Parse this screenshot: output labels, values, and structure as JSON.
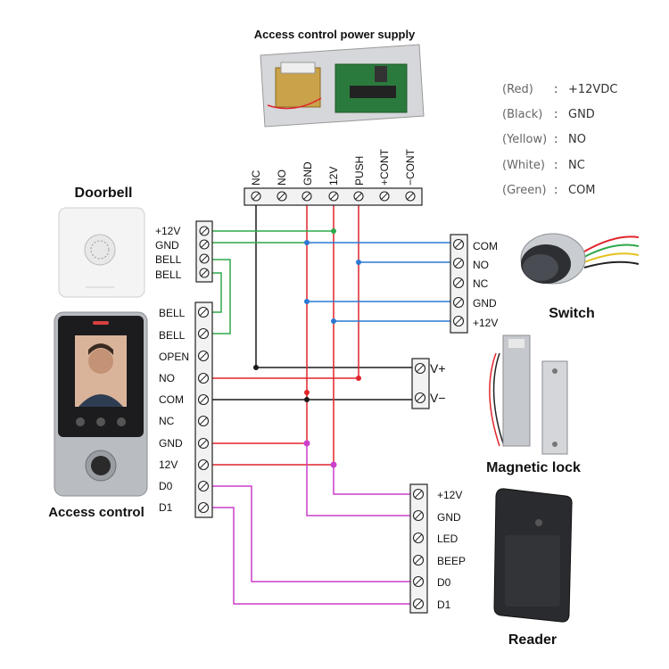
{
  "titles": {
    "power_supply": "Access control power supply",
    "doorbell": "Doorbell",
    "switch": "Switch",
    "magnetic_lock": "Magnetic lock",
    "access_control": "Access control",
    "reader": "Reader"
  },
  "legend": [
    {
      "color_name": "(Red)",
      "separator": ":",
      "value": "+12VDC"
    },
    {
      "color_name": "(Black)",
      "separator": ":",
      "value": "GND"
    },
    {
      "color_name": "(Yellow)",
      "separator": ":",
      "value": "NO"
    },
    {
      "color_name": "(White)",
      "separator": ":",
      "value": "NC"
    },
    {
      "color_name": "(Green)",
      "separator": ":",
      "value": "COM"
    }
  ],
  "power_supply_terminals": [
    "NC",
    "NO",
    "GND",
    "12V",
    "PUSH",
    "+CONT",
    "−CONT"
  ],
  "doorbell_terminals": [
    "+12V",
    "GND",
    "BELL",
    "BELL"
  ],
  "access_control_terminals": [
    "BELL",
    "BELL",
    "OPEN",
    "NO",
    "COM",
    "NC",
    "GND",
    "12V",
    "D0",
    "D1"
  ],
  "switch_terminals": [
    "COM",
    "NO",
    "NC",
    "GND",
    "+12V"
  ],
  "lock_terminals": [
    "V+",
    "V−"
  ],
  "reader_terminals": [
    "+12V",
    "GND",
    "LED",
    "BEEP",
    "D0",
    "D1"
  ],
  "wire_colors": {
    "red": "#e0252b",
    "black": "#1a1a1a",
    "green": "#2ea84a",
    "blue": "#2c78d4",
    "magenta": "#cc3fcc"
  }
}
